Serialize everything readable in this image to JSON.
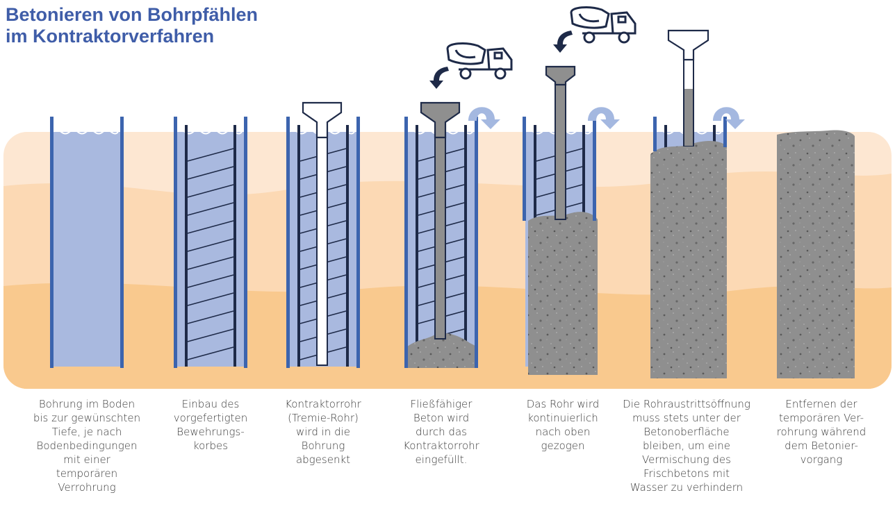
{
  "title": {
    "line1": "Betonieren von Bohrpfählen",
    "line2": "im Kontraktorverfahren"
  },
  "steps": [
    {
      "lines": [
        "Bohrung im Boden",
        "bis zur gewünschten",
        "Tiefe, je nach",
        "Bodenbedingungen",
        "mit einer temporären",
        "Verrohrung"
      ]
    },
    {
      "lines": [
        "Einbau des",
        "vorgefertigten",
        "Bewehrungs-",
        "korbes"
      ]
    },
    {
      "lines": [
        "Kontraktorrohr",
        "(Tremie-Rohr)",
        "wird in die",
        "Bohrung",
        "abgesenkt"
      ]
    },
    {
      "lines": [
        "Fließfähiger",
        "Beton wird",
        "durch das",
        "Kontraktorrohr",
        "eingefüllt."
      ]
    },
    {
      "lines": [
        "Das Rohr wird",
        "kontinuierlich",
        "nach oben",
        "gezogen"
      ]
    },
    {
      "lines": [
        "Die Rohraustrittsöffnung",
        "muss stets unter der",
        "Betonoberfläche",
        "bleiben, um eine",
        "Vermischung des",
        "Frischbetons mit",
        "Wasser zu verhindern"
      ]
    },
    {
      "lines": [
        "Entfernen der",
        "temporären Ver-",
        "rohrung während",
        "dem Betonier-",
        "vorgang"
      ]
    }
  ],
  "colors": {
    "title": "#3f5da8",
    "casing": "#3c64ae",
    "water": "#a9b9df",
    "rebar": "#1e2a48",
    "concrete": "#8f8f8f",
    "soil_light": "#fde7d2",
    "soil_mid": "#fcd7b0",
    "soil_dark": "#f9c88c",
    "arrow": "#a4b8e0"
  },
  "icons": [
    "concrete-mixer-truck-icon",
    "curved-down-arrow-icon",
    "upward-return-arrow-icon"
  ]
}
